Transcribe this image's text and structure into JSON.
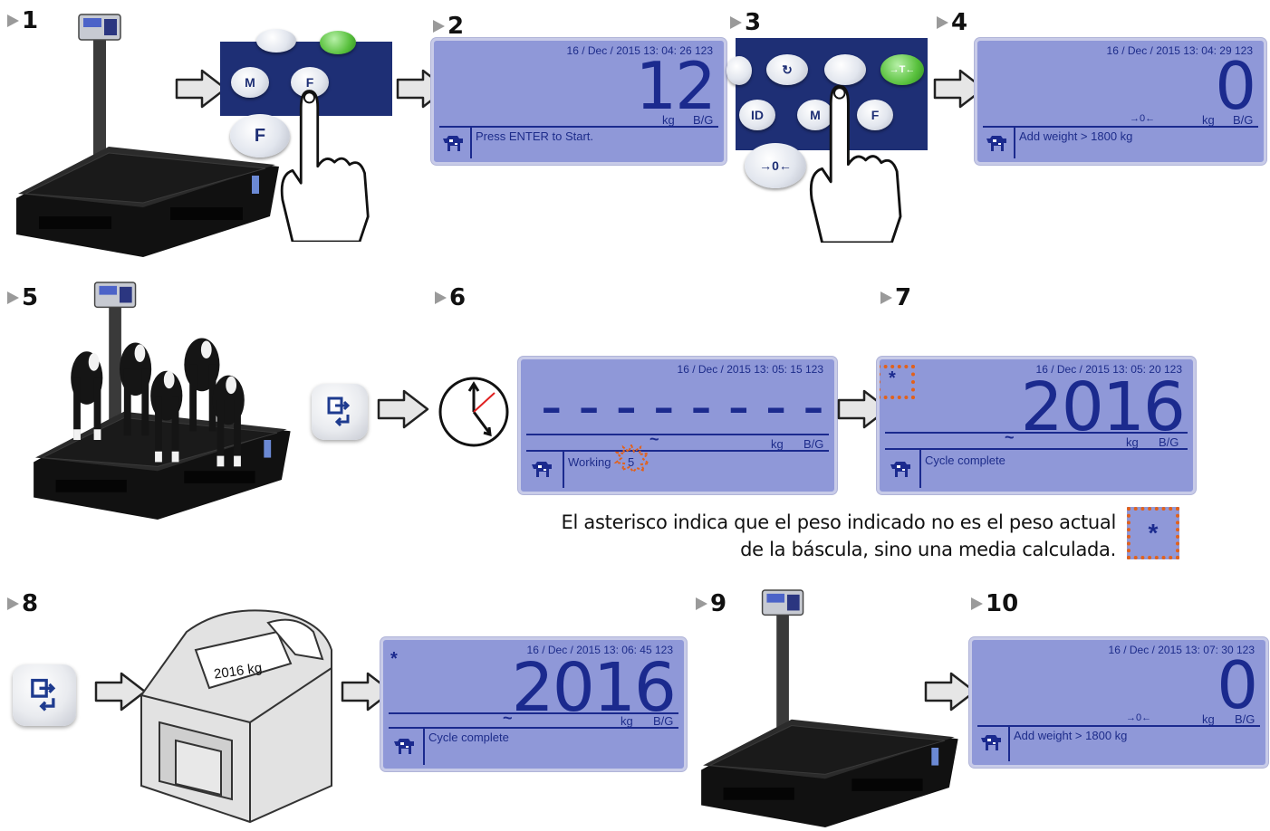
{
  "steps": [
    "1",
    "2",
    "3",
    "4",
    "5",
    "6",
    "7",
    "8",
    "9",
    "10"
  ],
  "keys": {
    "m": "M",
    "f": "F",
    "id": "ID",
    "zero": "→0←",
    "tare": "→T←",
    "enter_symbol": "↵"
  },
  "panel2": {
    "header": "16 / Dec / 2015  13: 04: 26  123",
    "weight": "12",
    "unit": "kg",
    "mode": "B/G",
    "message": "Press  ENTER to  Start."
  },
  "panel4": {
    "header": "16 / Dec / 2015  13: 04: 29  123",
    "weight": "0",
    "zero_indicator": "→0←",
    "unit": "kg",
    "mode": "B/G",
    "message": "Add weight > 1800 kg"
  },
  "panel6": {
    "header": "16 / Dec / 2015  13: 05: 15  123",
    "dashes": "– – – – – – – –",
    "tilde": "~",
    "unit": "kg",
    "mode": "B/G",
    "message": "Working",
    "countdown": "5"
  },
  "panel7": {
    "header": "16 / Dec / 2015  13: 05: 20  123",
    "asterisk": "*",
    "weight": "2016",
    "tilde": "~",
    "unit": "kg",
    "mode": "B/G",
    "message": "Cycle complete"
  },
  "panel8": {
    "header": "16 / Dec / 2015  13: 06: 45  123",
    "asterisk": "*",
    "weight": "2016",
    "tilde": "~",
    "unit": "kg",
    "mode": "B/G",
    "message": "Cycle complete"
  },
  "panel10": {
    "header": "16 / Dec / 2015  13: 07: 30  123",
    "weight": "0",
    "zero_indicator": "→0←",
    "unit": "kg",
    "mode": "B/G",
    "message": "Add weight > 1800 kg"
  },
  "printout": "2016 kg",
  "note": {
    "line1": "El asterisco indica que el peso indicado no es el peso actual",
    "line2": "de la báscula, sino una media calculada.",
    "symbol": "*"
  },
  "colors": {
    "lcd_bg": "#8f98d8",
    "lcd_text": "#1b2a8e",
    "highlight": "#e2611b",
    "keypad": "#1e2f75"
  }
}
